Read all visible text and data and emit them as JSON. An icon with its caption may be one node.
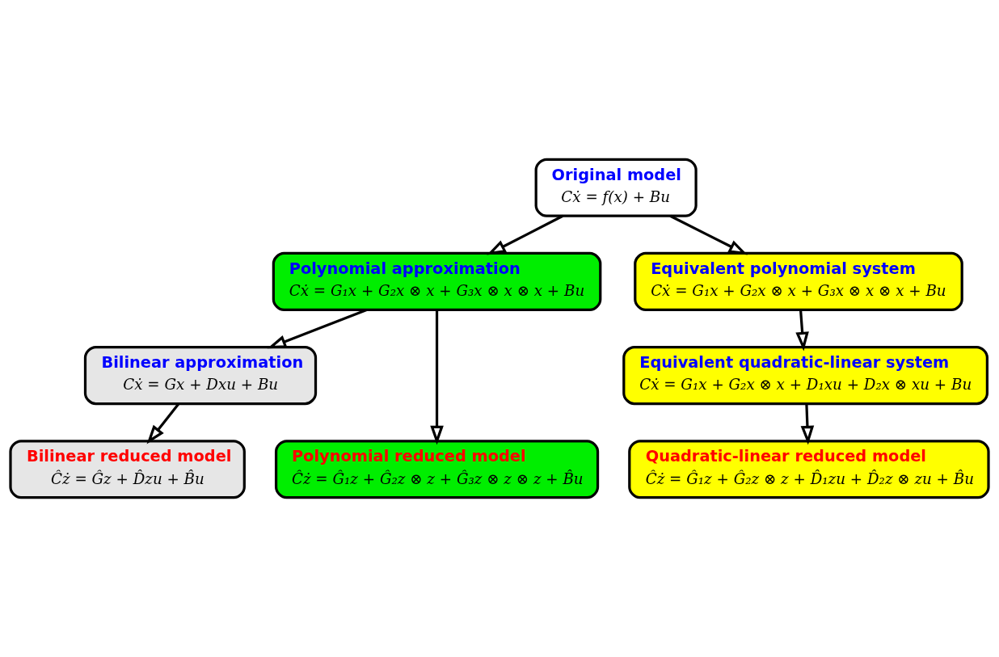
{
  "diagram": {
    "nodes": [
      {
        "text": [
          "Original model",
          "Cẋ = f(x) + Bu"
        ]
      },
      {
        "text": [
          "Polynomial approximation",
          "Cẋ = G₁x + G₂x ⊗ x + G₃x ⊗ x ⊗ x + Bu"
        ]
      },
      {
        "text": [
          "Equivalent polynomial system",
          "Cẋ = G₁x + G₂x ⊗ x + G₃x ⊗ x ⊗ x + Bu"
        ]
      },
      {
        "text": [
          "Bilinear approximation",
          "Cẋ = Gx + Dxu + Bu"
        ]
      },
      {
        "text": [
          "Equivalent quadratic-linear system",
          "Cẋ = G₁x + G₂x ⊗ x + D₁xu + D₂x ⊗ xu + Bu"
        ]
      },
      {
        "text": [
          "Bilinear reduced model",
          "Ĉż = Ĝz + D̂zu + B̂u"
        ]
      },
      {
        "text": [
          "Polynomial reduced model",
          "Ĉż = Ĝ₁z + Ĝ₂z ⊗ z + Ĝ₃z ⊗ z ⊗ z + B̂u"
        ]
      },
      {
        "text": [
          "Quadratic-linear reduced model",
          "Ĉż = Ĝ₁z + Ĝ₂z ⊗ z + D̂₁zu + D̂₂z ⊗ zu + B̂u"
        ]
      }
    ],
    "edges": [
      {
        "from": 0,
        "to": 1,
        "arrow": "to"
      },
      {
        "from": 0,
        "to": 2,
        "arrow": "to"
      },
      {
        "from": 1,
        "to": 3,
        "arrow": "to"
      },
      {
        "from": 3,
        "to": 5,
        "arrow": "to"
      },
      {
        "from": 1,
        "to": 6,
        "arrow": "to"
      },
      {
        "from": 2,
        "to": 4,
        "arrow": "to"
      },
      {
        "from": 4,
        "to": 7,
        "arrow": "to"
      }
    ]
  }
}
